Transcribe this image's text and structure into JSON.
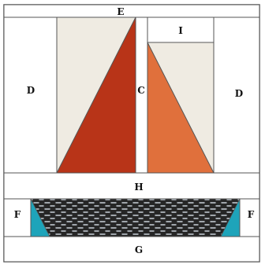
{
  "labels": {
    "top_strip": "E",
    "left_side": "D",
    "center_strip": "C",
    "small_block": "I",
    "right_side": "D",
    "middle_strip": "H",
    "left_corner": "F",
    "right_corner": "F",
    "bottom_strip": "G"
  },
  "colors": {
    "background": "#ffffff",
    "outline": "#555555",
    "cream_fabric": "#efebe2",
    "left_triangle": "#b83418",
    "right_triangle": "#e0703c",
    "dark_band": "#262626",
    "dash_pattern": "#c8d0d8",
    "teal_corners": "#1ea4ba"
  }
}
